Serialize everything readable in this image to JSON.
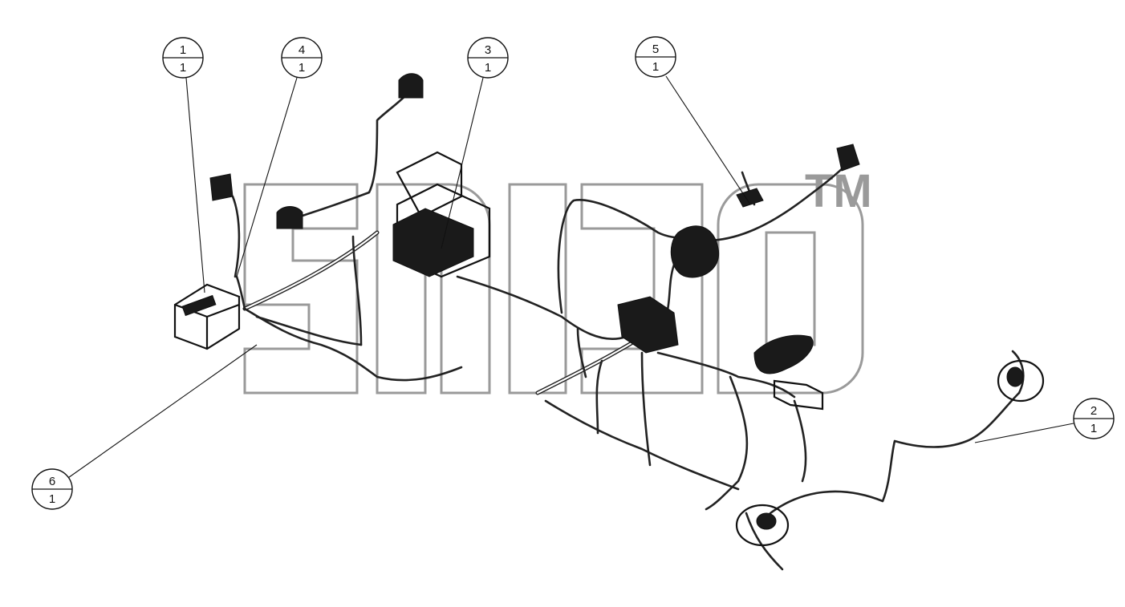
{
  "watermark": {
    "trademark": "TM"
  },
  "balloons": [
    {
      "id": "1",
      "top": "1",
      "bottom": "1"
    },
    {
      "id": "4",
      "top": "4",
      "bottom": "1"
    },
    {
      "id": "3",
      "top": "3",
      "bottom": "1"
    },
    {
      "id": "5",
      "top": "5",
      "bottom": "1"
    },
    {
      "id": "2",
      "top": "2",
      "bottom": "1"
    },
    {
      "id": "6",
      "top": "6",
      "bottom": "1"
    }
  ],
  "colors": {
    "line": "#111111",
    "watermark": "#9a9a9a",
    "background": "#ffffff"
  }
}
